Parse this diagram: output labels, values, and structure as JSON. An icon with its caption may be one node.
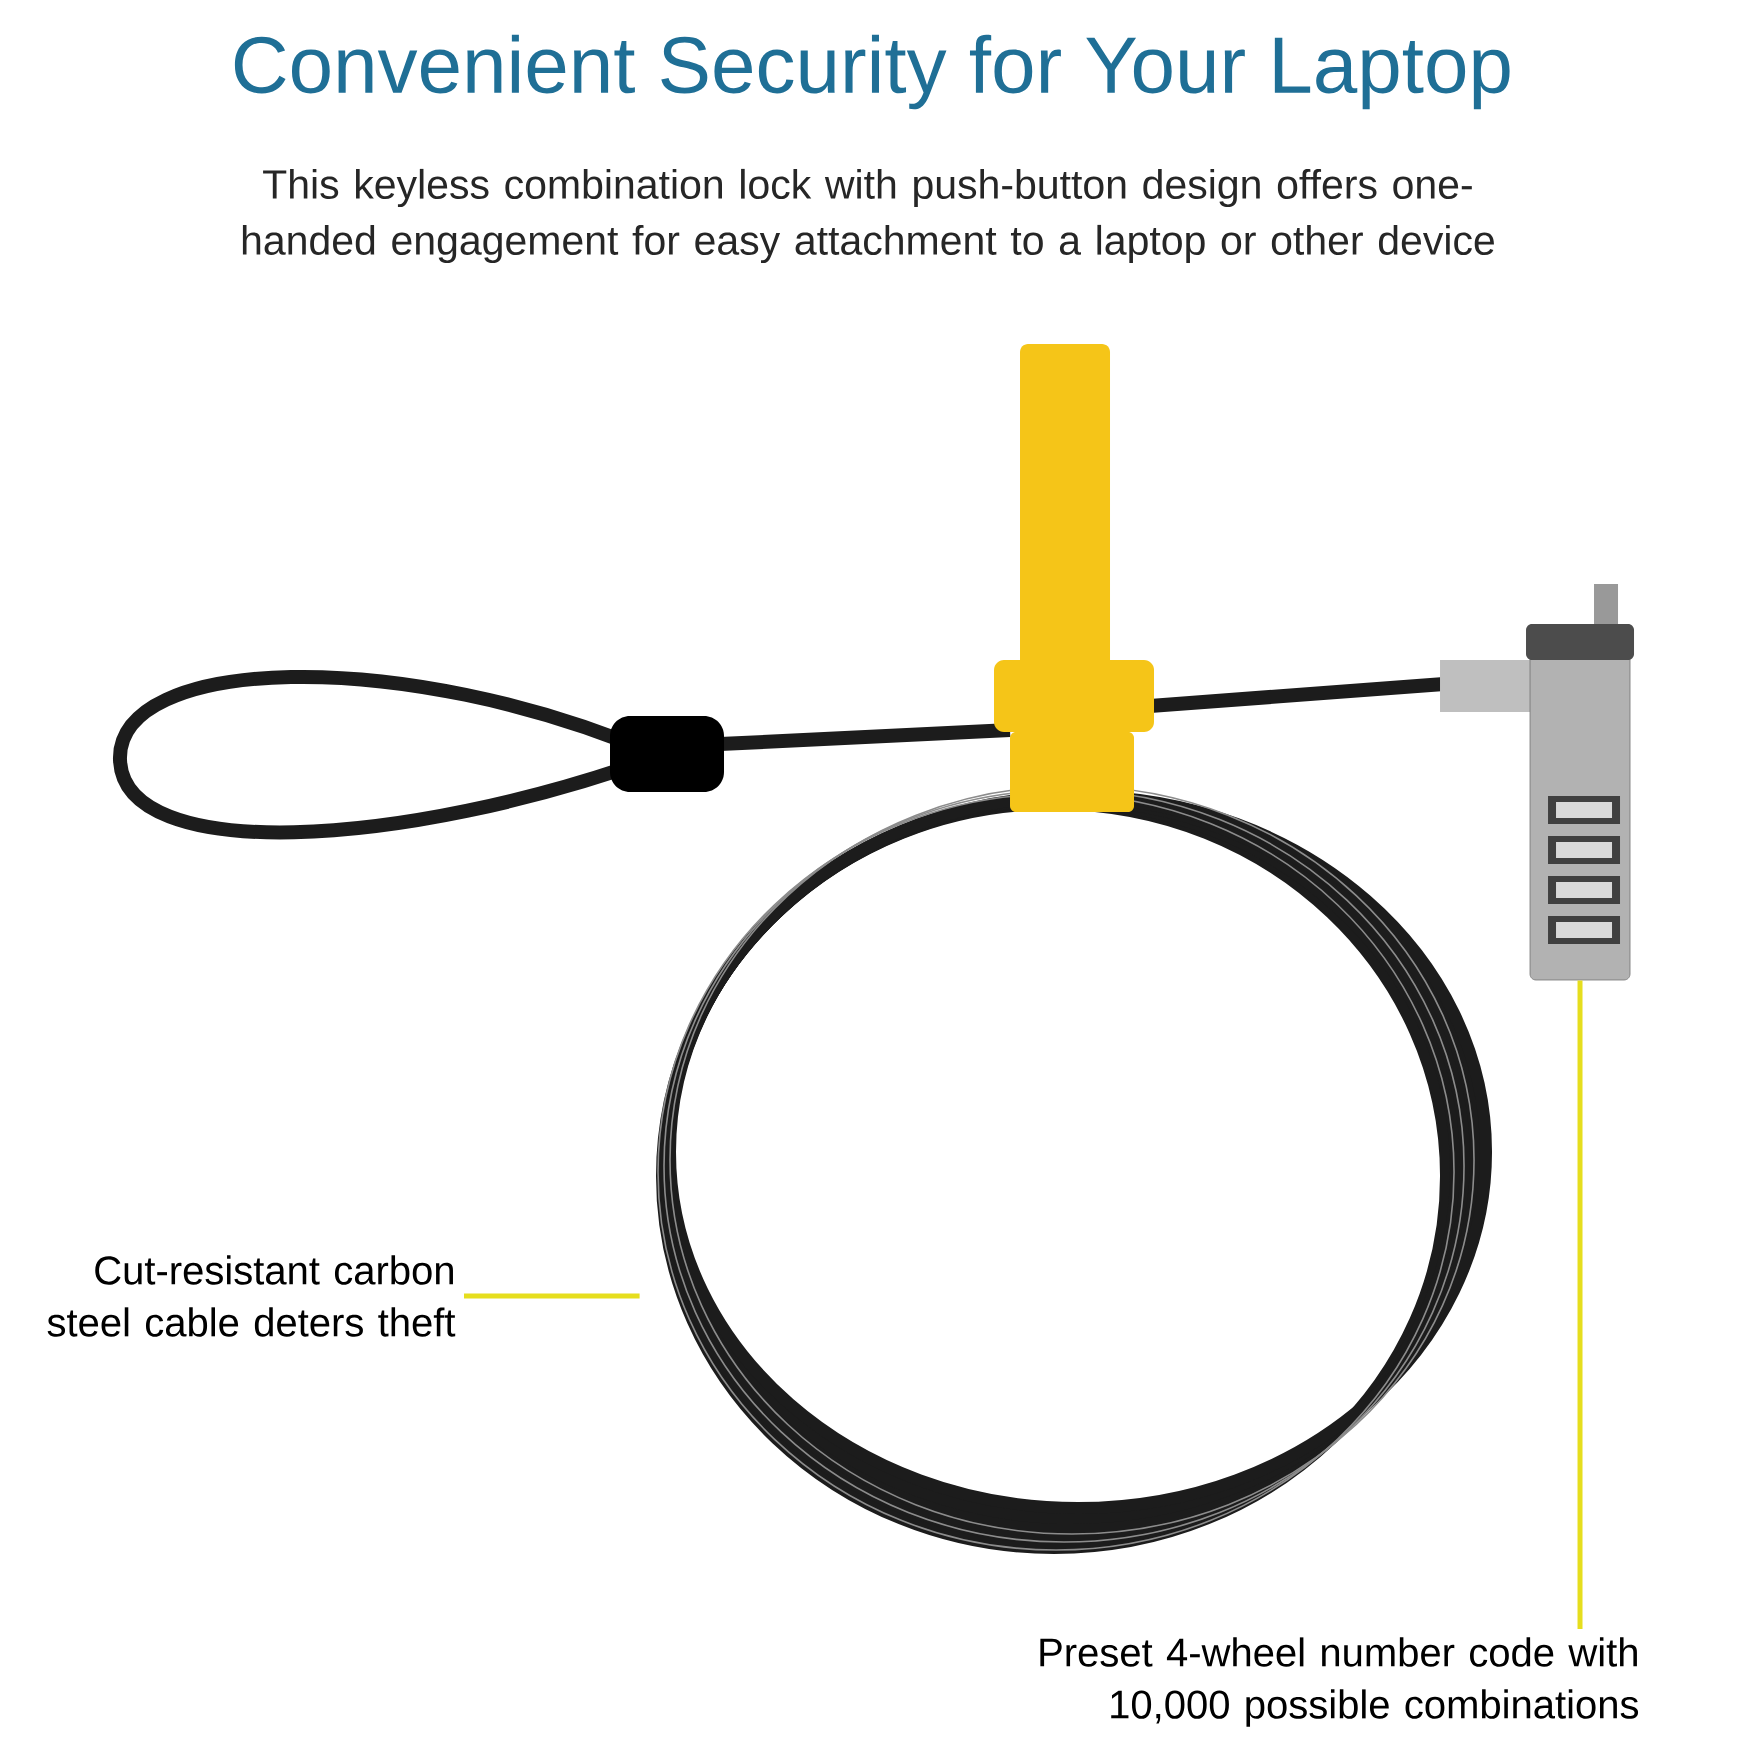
{
  "diagram": {
    "title": "Convenient Security for Your Laptop",
    "caption": "This keyless combination lock with push-button design offers one-handed engagement for easy attachment to a laptop or other device",
    "nodes": [
      {
        "text": [
          "Cut-resistant carbon steel cable deters theft"
        ]
      },
      {
        "text": [],
        "shape": "circle"
      },
      {
        "text": [
          "Preset 4-wheel number code with 10,000 possible combinations"
        ]
      },
      {
        "text": [],
        "shape": "picture"
      }
    ],
    "edges": [
      {
        "from": 0,
        "to": 1,
        "arrow": "none"
      },
      {
        "from": 2,
        "to": 3,
        "arrow": "none"
      }
    ]
  }
}
